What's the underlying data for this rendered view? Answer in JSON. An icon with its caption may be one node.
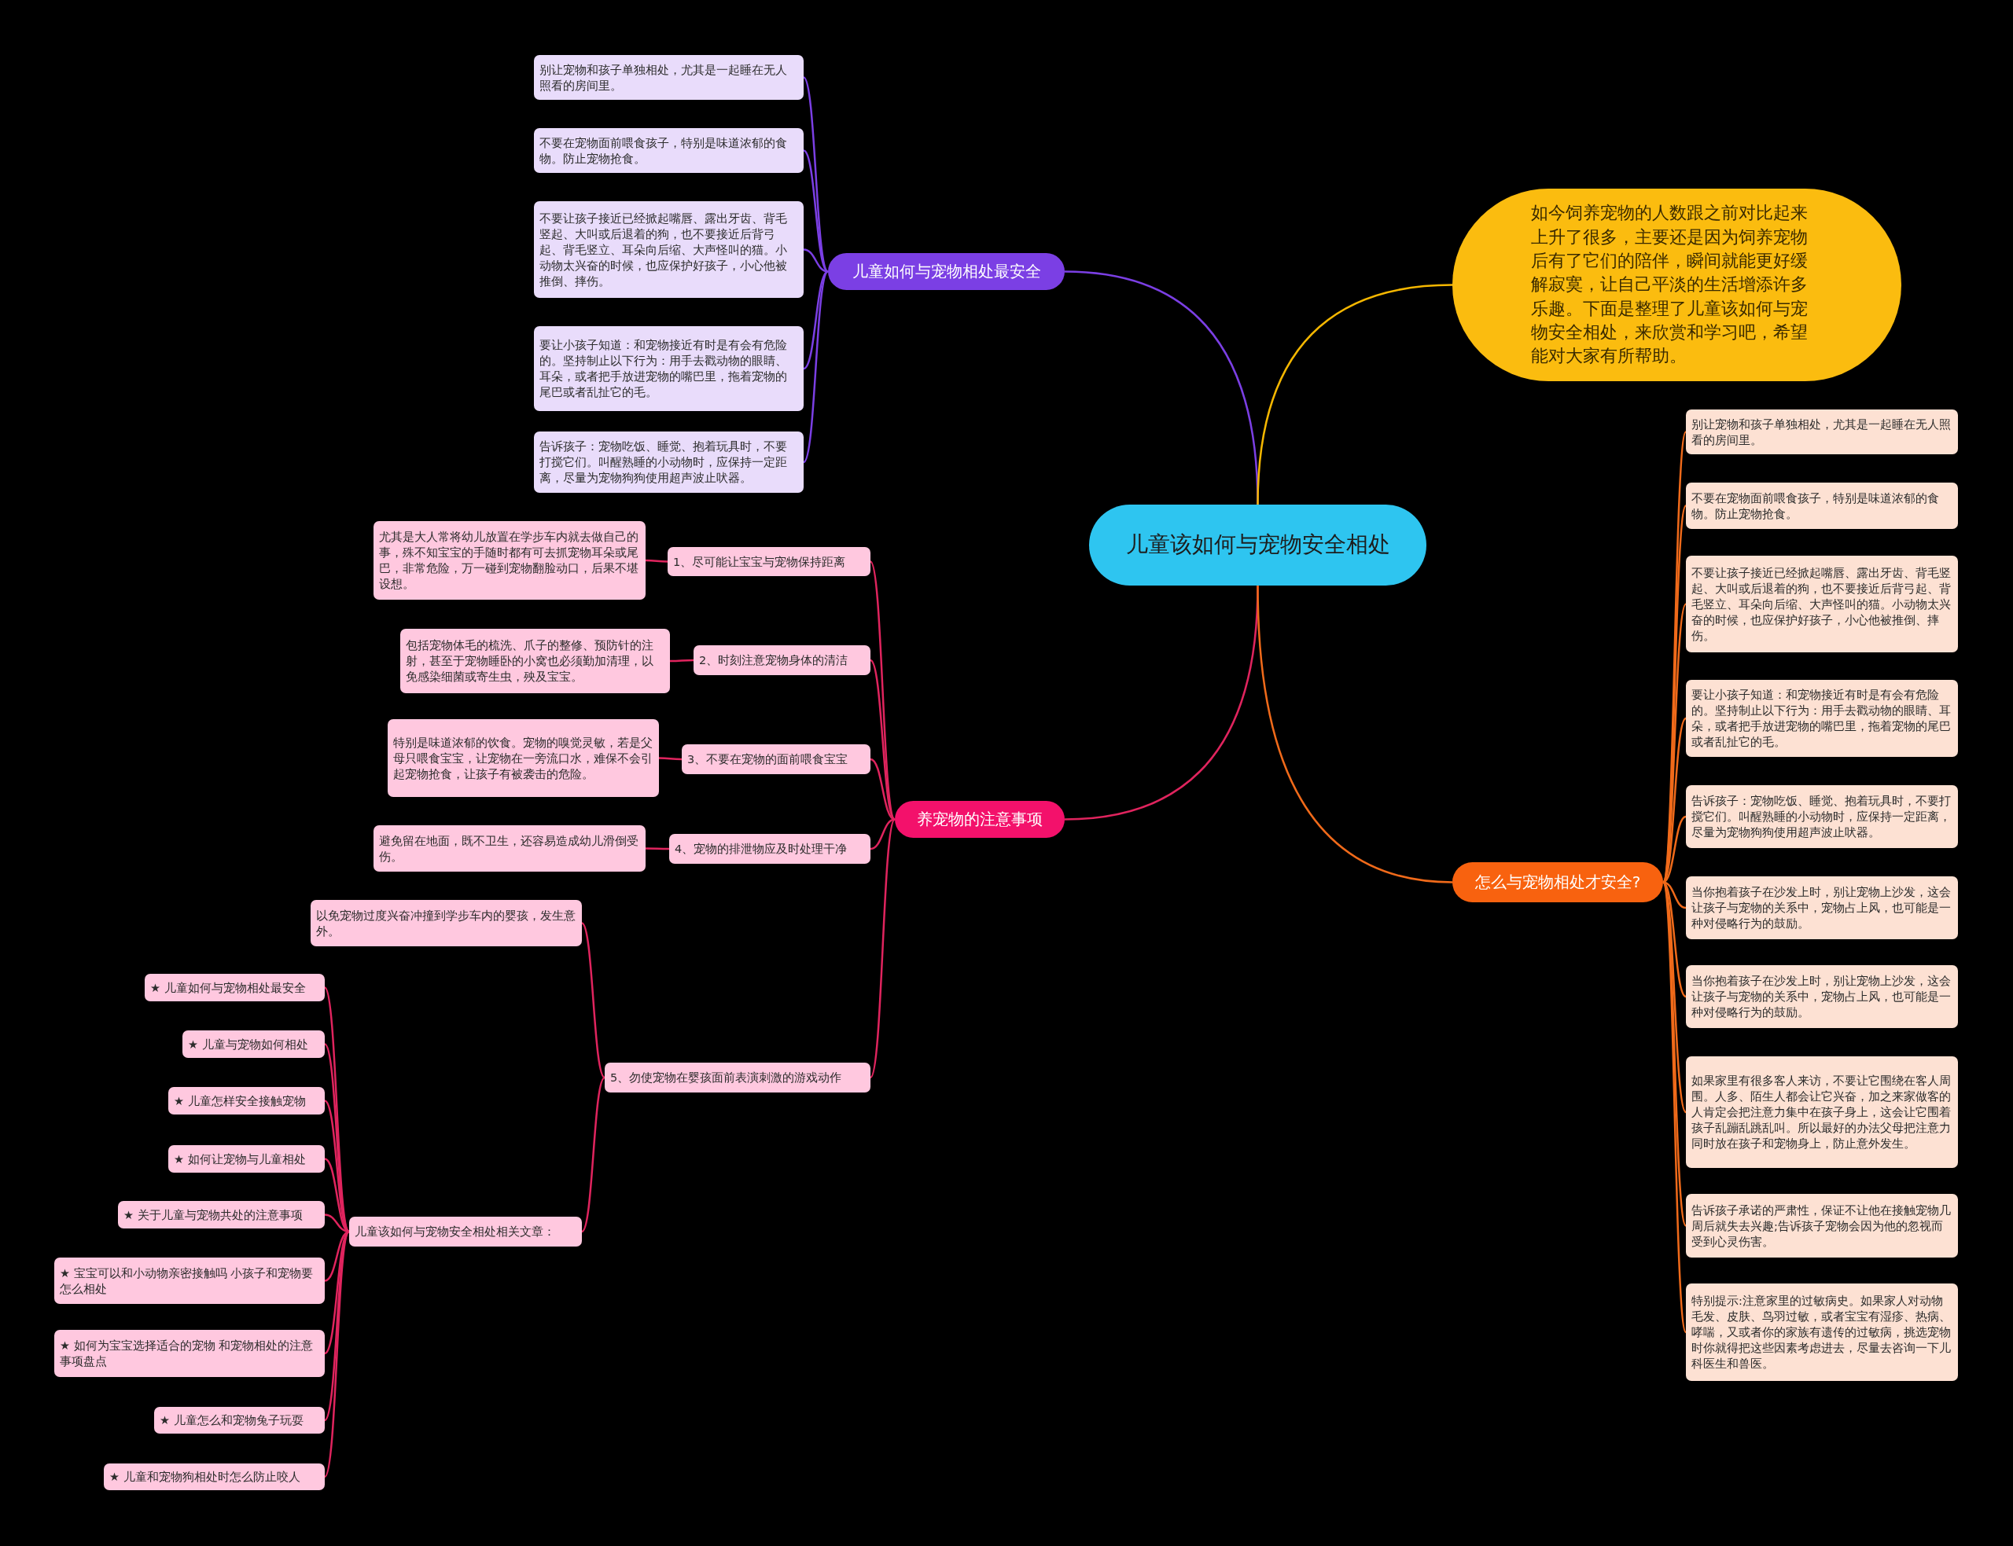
{
  "diagram": {
    "nodes": [
      {
        "text": [
          "儿童该如何与宠物安全相处"
        ]
      },
      {
        "text": [
          "儿童如何与宠物相处最安全"
        ]
      },
      {
        "text": [
          "别让宠物和孩子单独相处，尤其是一起睡在无人照看的房间里。"
        ]
      },
      {
        "text": [
          "不要在宠物面前喂食孩子，特别是味道浓郁的食物。防止宠物抢食。"
        ]
      },
      {
        "text": [
          "不要让孩子接近已经掀起嘴唇、露出牙齿、背毛竖起、大叫或后退着的狗，也不要接近后背弓起、背毛竖立、耳朵向后缩、大声怪叫的猫。小动物太兴奋的时候，也应保护好孩子，小心他被推倒、摔伤。"
        ]
      },
      {
        "text": [
          "要让小孩子知道：和宠物接近有时是有会有危险的。坚持制止以下行为：用手去戳动物的眼睛、耳朵，或者把手放进宠物的嘴巴里，拖着宠物的尾巴或者乱扯它的毛。"
        ]
      },
      {
        "text": [
          "告诉孩子：宠物吃饭、睡觉、抱着玩具时，不要打搅它们。叫醒熟睡的小动物时，应保持一定距离，尽量为宠物狗狗使用超声波止吠器。"
        ]
      },
      {
        "text": [
          "如今饲养宠物的人数跟之前对比起来上升了很多，主要还是因为饲养宠物后有了它们的陪伴，瞬间就能更好缓解寂寞，让自己平淡的生活增添许多乐趣。下面是整理了儿童该如何与宠物安全相处，来欣赏和学习吧，希望能对大家有所帮助。"
        ]
      },
      {
        "text": [
          "养宠物的注意事项"
        ]
      },
      {
        "text": [
          "1、尽可能让宝宝与宠物保持距离"
        ]
      },
      {
        "text": [
          "尤其是大人常将幼儿放置在学步车内就去做自己的事，殊不知宝宝的手随时都有可去抓宠物耳朵或尾巴，非常危险，万一碰到宠物翻脸动口，后果不堪设想。"
        ]
      },
      {
        "text": [
          "2、时刻注意宠物身体的清洁"
        ]
      },
      {
        "text": [
          "包括宠物体毛的梳洗、爪子的整修、预防针的注射，甚至于宠物睡卧的小窝也必须勤加清理，以免感染细菌或寄生虫，殃及宝宝。"
        ]
      },
      {
        "text": [
          "3、不要在宠物的面前喂食宝宝"
        ]
      },
      {
        "text": [
          "特别是味道浓郁的饮食。宠物的嗅觉灵敏，若是父母只喂食宝宝，让宠物在一旁流口水，难保不会引起宠物抢食，让孩子有被袭击的危险。"
        ]
      },
      {
        "text": [
          "4、宠物的排泄物应及时处理干净"
        ]
      },
      {
        "text": [
          "避免留在地面，既不卫生，还容易造成幼儿滑倒受伤。"
        ]
      },
      {
        "text": [
          "5、勿使宠物在婴孩面前表演刺激的游戏动作"
        ]
      },
      {
        "text": [
          "以免宠物过度兴奋冲撞到学步车内的婴孩，发生意外。"
        ]
      },
      {
        "text": [
          "儿童该如何与宠物安全相处相关文章："
        ]
      },
      {
        "text": [
          "★ 儿童如何与宠物相处最安全"
        ]
      },
      {
        "text": [
          "★ 儿童与宠物如何相处"
        ]
      },
      {
        "text": [
          "★ 儿童怎样安全接触宠物"
        ]
      },
      {
        "text": [
          "★ 如何让宠物与儿童相处"
        ]
      },
      {
        "text": [
          "★ 关于儿童与宠物共处的注意事项"
        ]
      },
      {
        "text": [
          "★ 宝宝可以和小动物亲密接触吗 小孩子和宠物要怎么相处"
        ]
      },
      {
        "text": [
          "★ 如何为宝宝选择适合的宠物 和宠物相处的注意事项盘点"
        ]
      },
      {
        "text": [
          "★ 儿童怎么和宠物兔子玩耍"
        ]
      },
      {
        "text": [
          "★ 儿童和宠物狗相处时怎么防止咬人"
        ]
      },
      {
        "text": [
          "怎么与宠物相处才安全?"
        ]
      },
      {
        "text": [
          "别让宠物和孩子单独相处，尤其是一起睡在无人照看的房间里。"
        ]
      },
      {
        "text": [
          "不要在宠物面前喂食孩子，特别是味道浓郁的食物。防止宠物抢食。"
        ]
      },
      {
        "text": [
          "不要让孩子接近已经掀起嘴唇、露出牙齿、背毛竖起、大叫或后退着的狗，也不要接近后背弓起、背毛竖立、耳朵向后缩、大声怪叫的猫。小动物太兴奋的时候，也应保护好孩子，小心他被推倒、摔伤。"
        ]
      },
      {
        "text": [
          "要让小孩子知道：和宠物接近有时是有会有危险的。坚持制止以下行为：用手去戳动物的眼睛、耳朵，或者把手放进宠物的嘴巴里，拖着宠物的尾巴或者乱扯它的毛。"
        ]
      },
      {
        "text": [
          "告诉孩子：宠物吃饭、睡觉、抱着玩具时，不要打搅它们。叫醒熟睡的小动物时，应保持一定距离，尽量为宠物狗狗使用超声波止吠器。"
        ]
      },
      {
        "text": [
          "当你抱着孩子在沙发上时，别让宠物上沙发，这会让孩子与宠物的关系中，宠物占上风，也可能是一种对侵略行为的鼓励。"
        ]
      },
      {
        "text": [
          "当你抱着孩子在沙发上时，别让宠物上沙发，这会让孩子与宠物的关系中，宠物占上风，也可能是一种对侵略行为的鼓励。"
        ]
      },
      {
        "text": [
          "如果家里有很多客人来访，不要让它围绕在客人周围。人多、陌生人都会让它兴奋，加之来家做客的人肯定会把注意力集中在孩子身上，这会让它围着孩子乱蹦乱跳乱叫。所以最好的办法父母把注意力同时放在孩子和宠物身上，防止意外发生。"
        ]
      },
      {
        "text": [
          "告诉孩子承诺的严肃性，保证不让他在接触宠物几周后就失去兴趣;告诉孩子宠物会因为他的忽视而受到心灵伤害。"
        ]
      },
      {
        "text": [
          "特别提示:注意家里的过敏病史。如果家人对动物毛发、皮肤、鸟羽过敏，或者宝宝有湿疹、热病、哮喘，又或者你的家族有遗传的过敏病，挑选宠物时你就得把这些因素考虑进去，尽量去咨询一下儿科医生和兽医。"
        ]
      }
    ],
    "edges": [
      {
        "from": 0,
        "to": 1,
        "arrow": "none",
        "color": "#7b3fe4"
      },
      {
        "from": 1,
        "to": 2,
        "arrow": "none",
        "color": "#7b3fe4"
      },
      {
        "from": 1,
        "to": 3,
        "arrow": "none",
        "color": "#7b3fe4"
      },
      {
        "from": 1,
        "to": 4,
        "arrow": "none",
        "color": "#7b3fe4"
      },
      {
        "from": 1,
        "to": 5,
        "arrow": "none",
        "color": "#7b3fe4"
      },
      {
        "from": 1,
        "to": 6,
        "arrow": "none",
        "color": "#7b3fe4"
      },
      {
        "from": 0,
        "to": 7,
        "arrow": "none",
        "color": "#f5b700"
      },
      {
        "from": 0,
        "to": 8,
        "arrow": "none"
      },
      {
        "from": 8,
        "to": 9,
        "arrow": "none"
      },
      {
        "from": 9,
        "to": 10,
        "arrow": "none"
      },
      {
        "from": 8,
        "to": 11,
        "arrow": "none"
      },
      {
        "from": 11,
        "to": 12,
        "arrow": "none"
      },
      {
        "from": 8,
        "to": 13,
        "arrow": "none"
      },
      {
        "from": 13,
        "to": 14,
        "arrow": "none"
      },
      {
        "from": 8,
        "to": 15,
        "arrow": "none"
      },
      {
        "from": 15,
        "to": 16,
        "arrow": "none"
      },
      {
        "from": 8,
        "to": 17,
        "arrow": "none"
      },
      {
        "from": 17,
        "to": 18,
        "arrow": "none"
      },
      {
        "from": 17,
        "to": 19,
        "arrow": "none"
      },
      {
        "from": 19,
        "to": 20,
        "arrow": "none"
      },
      {
        "from": 19,
        "to": 21,
        "arrow": "none"
      },
      {
        "from": 19,
        "to": 22,
        "arrow": "none"
      },
      {
        "from": 19,
        "to": 23,
        "arrow": "none"
      },
      {
        "from": 19,
        "to": 24,
        "arrow": "none"
      },
      {
        "from": 19,
        "to": 25,
        "arrow": "none"
      },
      {
        "from": 19,
        "to": 26,
        "arrow": "none"
      },
      {
        "from": 19,
        "to": 27,
        "arrow": "none"
      },
      {
        "from": 19,
        "to": 28,
        "arrow": "none"
      },
      {
        "from": 0,
        "to": 29,
        "arrow": "none",
        "color": "#f06a1a"
      },
      {
        "from": 29,
        "to": 30,
        "arrow": "none",
        "color": "#f06a1a"
      },
      {
        "from": 29,
        "to": 31,
        "arrow": "none",
        "color": "#f06a1a"
      },
      {
        "from": 29,
        "to": 32,
        "arrow": "none",
        "color": "#f06a1a"
      },
      {
        "from": 29,
        "to": 33,
        "arrow": "none",
        "color": "#f06a1a"
      },
      {
        "from": 29,
        "to": 34,
        "arrow": "none",
        "color": "#f06a1a"
      },
      {
        "from": 29,
        "to": 35,
        "arrow": "none",
        "color": "#f06a1a"
      },
      {
        "from": 29,
        "to": 36,
        "arrow": "none",
        "color": "#f06a1a"
      },
      {
        "from": 29,
        "to": 37,
        "arrow": "none",
        "color": "#f06a1a"
      },
      {
        "from": 29,
        "to": 38,
        "arrow": "none",
        "color": "#f06a1a"
      },
      {
        "from": 29,
        "to": 39,
        "arrow": "none",
        "color": "#f06a1a"
      }
    ]
  }
}
